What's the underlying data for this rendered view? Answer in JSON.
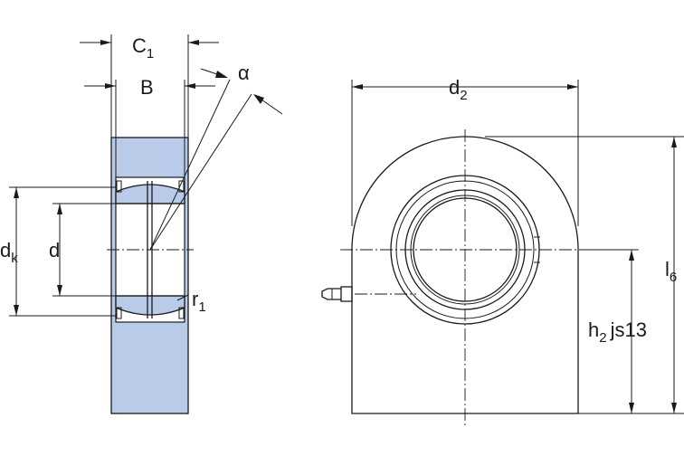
{
  "labels": {
    "C1_main": "C",
    "C1_sub": "1",
    "B": "B",
    "alpha": "α",
    "d2_main": "d",
    "d2_sub": "2",
    "dk_main": "d",
    "dk_sub": "k",
    "d": "d",
    "r1_main": "r",
    "r1_sub": "1",
    "l6_main": "l",
    "l6_sub": "6",
    "h2_main": "h",
    "h2_sub": "2",
    "h2_tol": "js13"
  },
  "colors": {
    "section_fill": "#b9cbe9",
    "line": "#1a1a1a"
  }
}
